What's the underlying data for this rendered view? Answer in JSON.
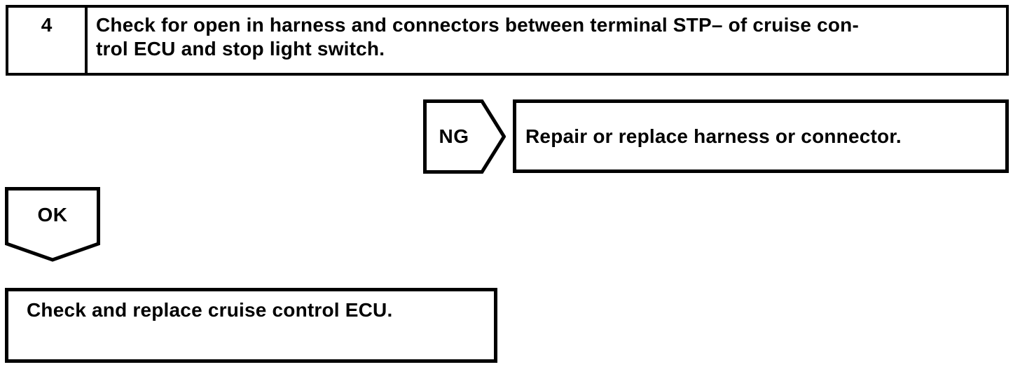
{
  "colors": {
    "ink": "#000000",
    "paper": "#ffffff"
  },
  "step": {
    "number": "4",
    "instruction_lines": [
      "Check for open in harness and connectors between terminal STP– of cruise con-",
      "trol ECU and stop light switch."
    ]
  },
  "ng_branch": {
    "label": "NG",
    "action": "Repair or replace harness or connector."
  },
  "ok_branch": {
    "label": "OK",
    "action": "Check and replace cruise control ECU."
  }
}
